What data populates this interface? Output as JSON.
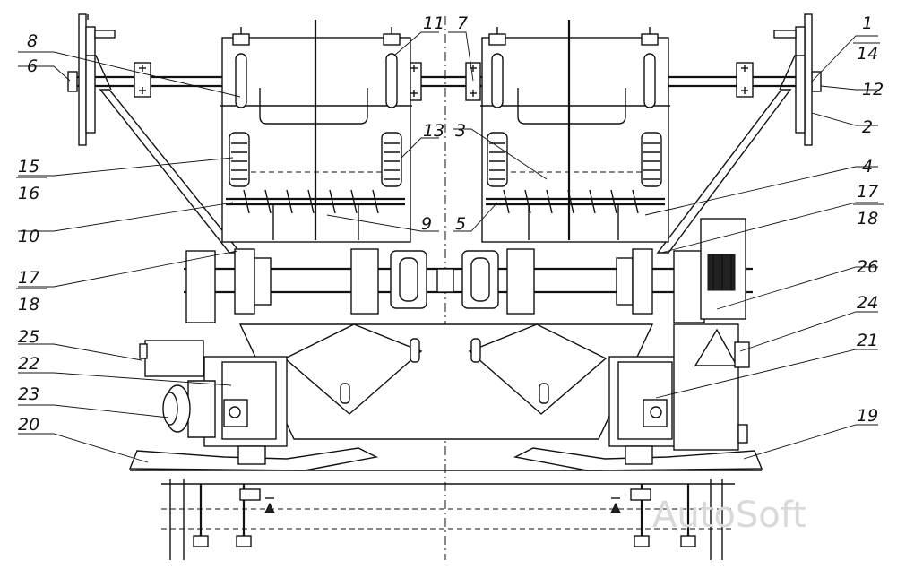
{
  "labels": {
    "l1": "1",
    "l2": "2",
    "l3": "3",
    "l4": "4",
    "l5": "5",
    "l6": "6",
    "l7": "7",
    "l8": "8",
    "l9": "9",
    "l10": "10",
    "l11": "11",
    "l12": "12",
    "l13": "13",
    "l14": "14",
    "l15": "15",
    "l16": "16",
    "l17a": "17",
    "l18a": "18",
    "l17b": "17",
    "l18b": "18",
    "l19": "19",
    "l20": "20",
    "l21": "21",
    "l22": "22",
    "l23": "23",
    "l24": "24",
    "l25": "25",
    "l26": "26"
  },
  "watermark": "AutoSoft"
}
